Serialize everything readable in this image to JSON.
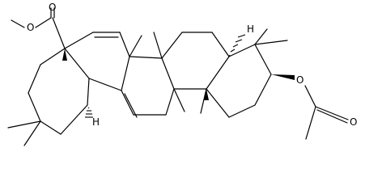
{
  "diagram": {
    "type": "chemical-structure",
    "atom_labels": {
      "ester_carbonyl_oxygen": "O",
      "ester_ether_oxygen": "O",
      "acetate_ether_oxygen": "O",
      "acetate_carbonyl_oxygen": "O",
      "hydrogen_left": "H",
      "hydrogen_right": "H"
    }
  }
}
